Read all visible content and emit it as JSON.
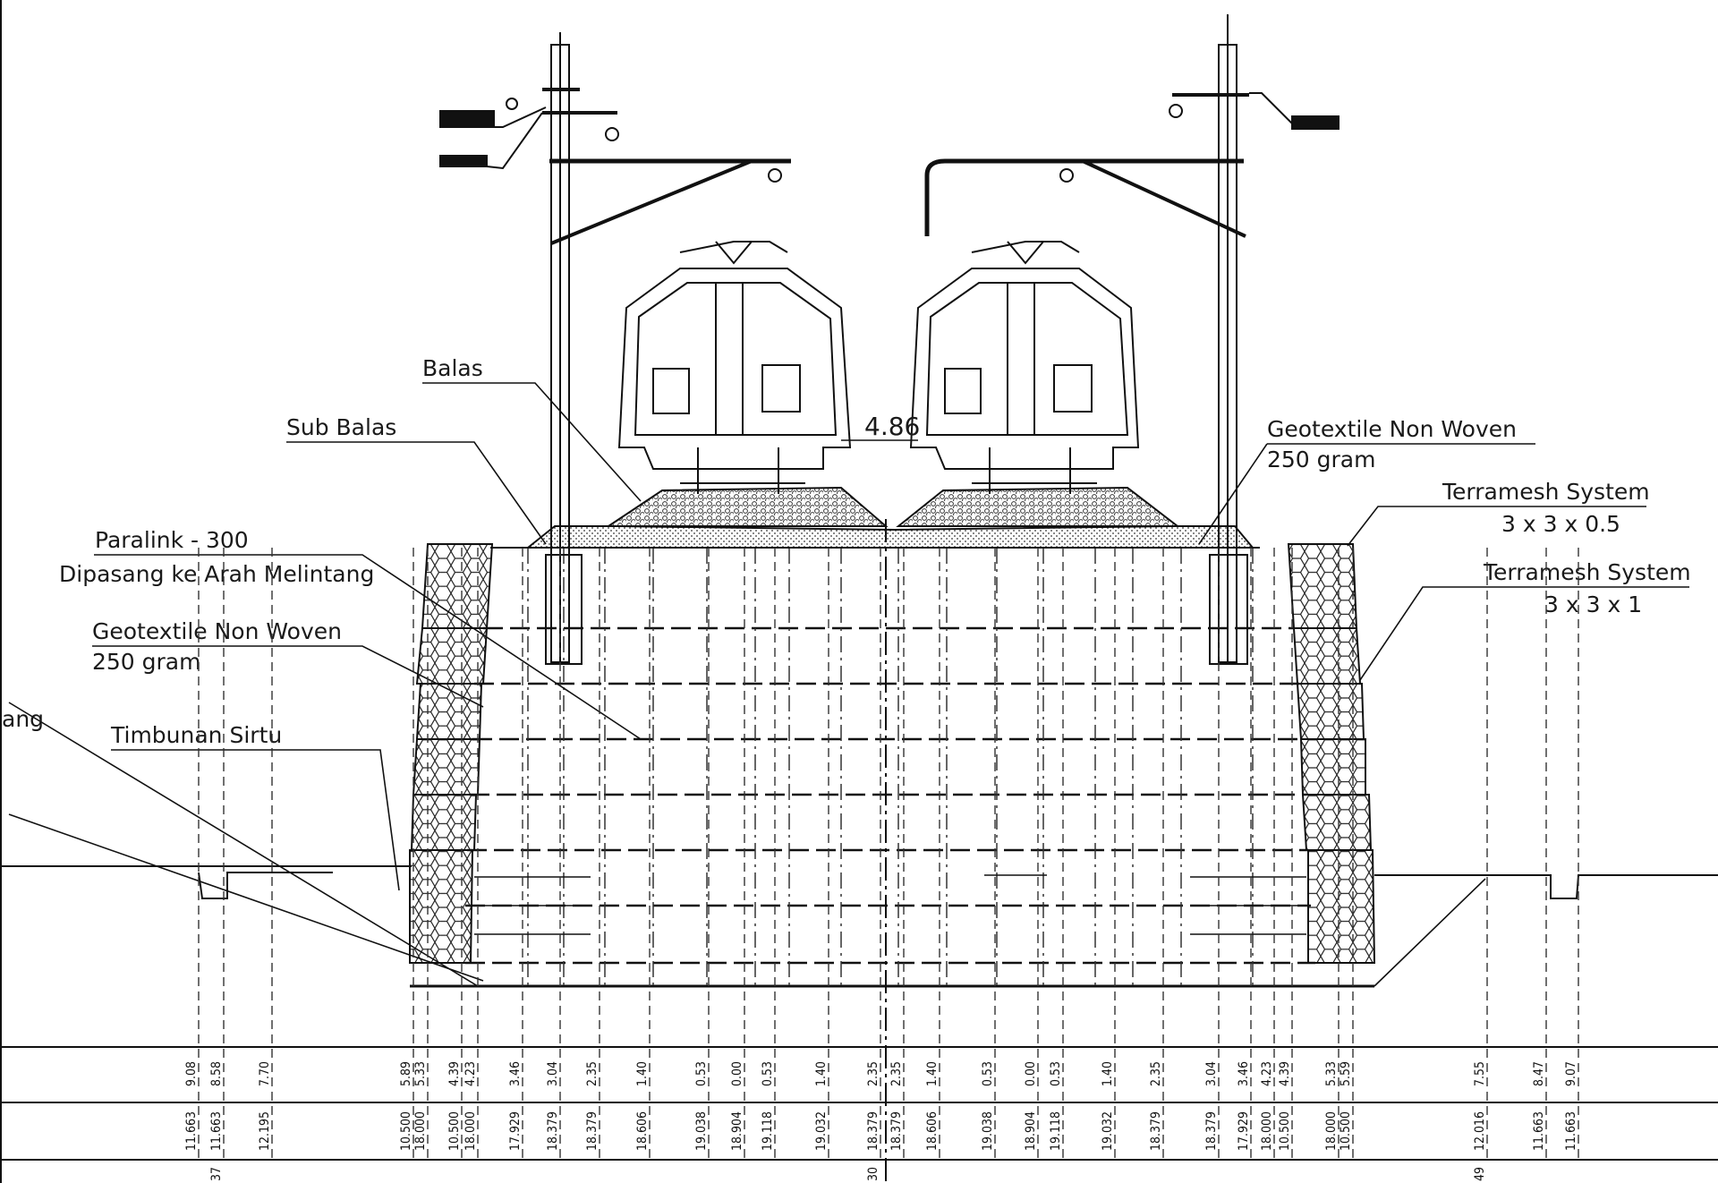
{
  "labels": {
    "balas": "Balas",
    "sub_balas": "Sub Balas",
    "paralink": "Paralink - 300",
    "paralink_note": "Dipasang ke Arah Melintang",
    "geotextile_left": "Geotextile Non Woven",
    "geotextile_left_weight": "250 gram",
    "geotextile_right": "Geotextile Non Woven",
    "geotextile_right_weight": "250 gram",
    "timbunan": "Timbunan Sirtu",
    "terramesh_top": "Terramesh System",
    "terramesh_top_size": "3 x 3 x 0.5",
    "terramesh_bottom": "Terramesh System",
    "terramesh_bottom_size": "3 x 3 x 1",
    "track_spacing": "4.86",
    "cut_left": "ang"
  },
  "dimension_table": {
    "offsets": [
      "9.08",
      "8.58",
      "7.70",
      "5.89",
      "5.33",
      "4.39",
      "4.23",
      "3.46",
      "3.04",
      "2.35",
      "1.40",
      "0.53",
      "0.00",
      "0.53",
      "1.40",
      "2.35",
      "2.35",
      "1.40",
      "0.53",
      "0.00",
      "0.53",
      "1.40",
      "2.35",
      "3.04",
      "3.46",
      "4.23",
      "4.39",
      "5.33",
      "5.59",
      "7.55",
      "8.47",
      "9.07"
    ],
    "elevations": [
      "11.663",
      "11.663",
      "12.195",
      "10.500",
      "18.000",
      "10.500",
      "18.000",
      "17.929",
      "18.379",
      "18.379",
      "18.606",
      "19.038",
      "18.904",
      "19.118",
      "19.032",
      "18.379",
      "18.379",
      "18.606",
      "19.038",
      "18.904",
      "19.118",
      "19.032",
      "18.379",
      "18.379",
      "17.929",
      "18.000",
      "10.500",
      "18.000",
      "10.500",
      "12.016",
      "11.663",
      "11.663"
    ],
    "stations": [
      "37",
      "30",
      "49"
    ]
  }
}
